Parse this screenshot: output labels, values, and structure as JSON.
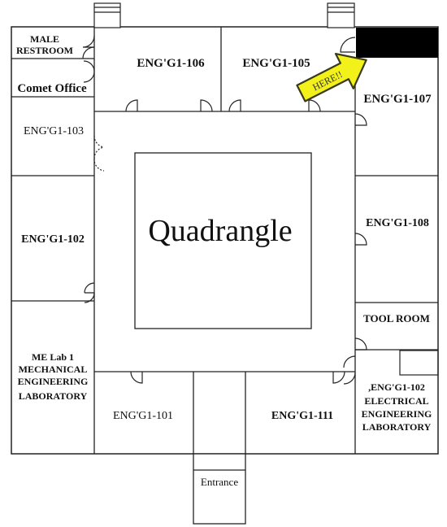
{
  "map": {
    "title": "Quadrangle",
    "entrance_label": "Entrance",
    "you_are_here": "HERE!!",
    "rooms": {
      "male_restroom_line1": "MALE",
      "male_restroom_line2": "RESTROOM",
      "comet_office": "Comet Office",
      "r106": "ENG'G1-106",
      "r105": "ENG'G1-105",
      "r107": "ENG'G1-107",
      "r103": "ENG'G1-103",
      "r102": "ENG'G1-102",
      "r108": "ENG'G1-108",
      "tool_room": "TOOL ROOM",
      "me_lab_line1": "ME Lab 1",
      "me_lab_line2": "MECHANICAL",
      "me_lab_line3": "ENGINEERING",
      "me_lab_line4": "LABORATORY",
      "r101": "ENG'G1-101",
      "r111": "ENG'G1-111",
      "ee_lab_line1": ",ENG'G1-102",
      "ee_lab_line2": "ELECTRICAL",
      "ee_lab_line3": "ENGINEERING",
      "ee_lab_line4": "LABORATORY"
    },
    "colors": {
      "arrow_fill": "#f2f21a",
      "arrow_stroke": "#3a3a1a",
      "blocked_area": "#000000",
      "walls": "#222222"
    }
  }
}
